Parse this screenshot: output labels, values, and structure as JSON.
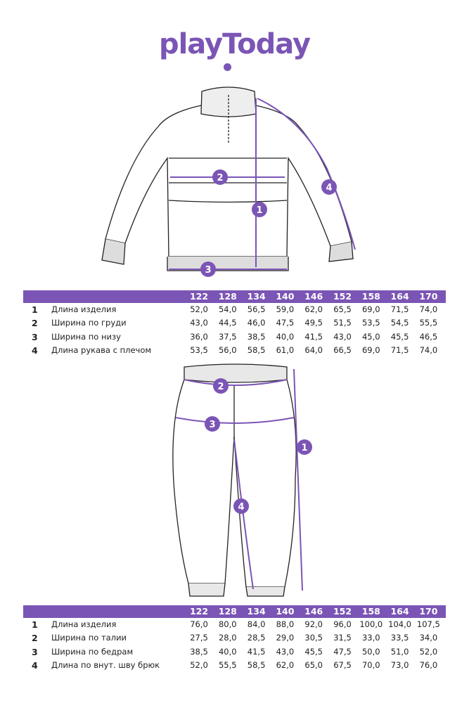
{
  "brand": {
    "logo_text": "playToday",
    "accent": "#7b55b5"
  },
  "sizes": [
    "122",
    "128",
    "134",
    "140",
    "146",
    "152",
    "158",
    "164",
    "170"
  ],
  "jacket_table": {
    "rows": [
      {
        "num": "1",
        "label": "Длина изделия",
        "values": [
          "52,0",
          "54,0",
          "56,5",
          "59,0",
          "62,0",
          "65,5",
          "69,0",
          "71,5",
          "74,0"
        ]
      },
      {
        "num": "2",
        "label": "Ширина по груди",
        "values": [
          "43,0",
          "44,5",
          "46,0",
          "47,5",
          "49,5",
          "51,5",
          "53,5",
          "54,5",
          "55,5"
        ]
      },
      {
        "num": "3",
        "label": "Ширина по низу",
        "values": [
          "36,0",
          "37,5",
          "38,5",
          "40,0",
          "41,5",
          "43,0",
          "45,0",
          "45,5",
          "46,5"
        ]
      },
      {
        "num": "4",
        "label": "Длина рукава с плечом",
        "values": [
          "53,5",
          "56,0",
          "58,5",
          "61,0",
          "64,0",
          "66,5",
          "69,0",
          "71,5",
          "74,0"
        ]
      }
    ]
  },
  "pants_table": {
    "rows": [
      {
        "num": "1",
        "label": "Длина изделия",
        "values": [
          "76,0",
          "80,0",
          "84,0",
          "88,0",
          "92,0",
          "96,0",
          "100,0",
          "104,0",
          "107,5"
        ]
      },
      {
        "num": "2",
        "label": "Ширина по талии",
        "values": [
          "27,5",
          "28,0",
          "28,5",
          "29,0",
          "30,5",
          "31,5",
          "33,0",
          "33,5",
          "34,0"
        ]
      },
      {
        "num": "3",
        "label": "Ширина по бедрам",
        "values": [
          "38,5",
          "40,0",
          "41,5",
          "43,0",
          "45,5",
          "47,5",
          "50,0",
          "51,0",
          "52,0"
        ]
      },
      {
        "num": "4",
        "label": "Длина по внут. шву брюк",
        "values": [
          "52,0",
          "55,5",
          "58,5",
          "62,0",
          "65,0",
          "67,5",
          "70,0",
          "73,0",
          "76,0"
        ]
      }
    ]
  },
  "markers": {
    "jacket": [
      "1",
      "2",
      "3",
      "4"
    ],
    "pants": [
      "1",
      "2",
      "3",
      "4"
    ]
  }
}
